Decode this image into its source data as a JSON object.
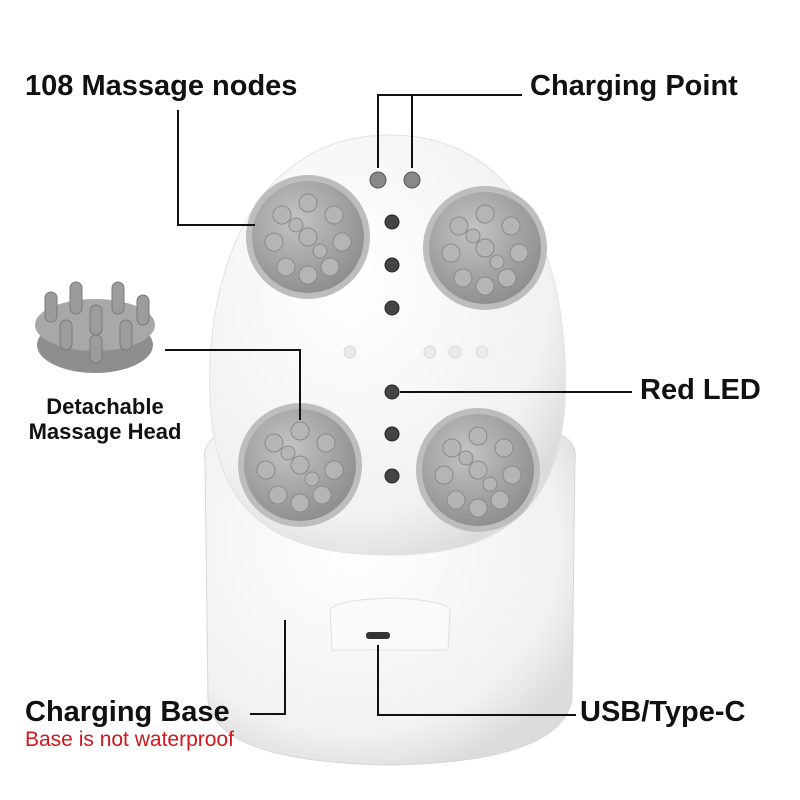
{
  "labels": {
    "massage_nodes": "108 Massage nodes",
    "charging_point": "Charging Point",
    "detachable_line1": "Detachable",
    "detachable_line2": "Massage Head",
    "red_led": "Red LED",
    "charging_base": "Charging Base",
    "base_warning": "Base is not waterproof",
    "usb": "USB/Type-C"
  },
  "colors": {
    "warning": "#d3161b",
    "node_gray": "#9a9a9a",
    "body_white": "#f4f4f4"
  }
}
